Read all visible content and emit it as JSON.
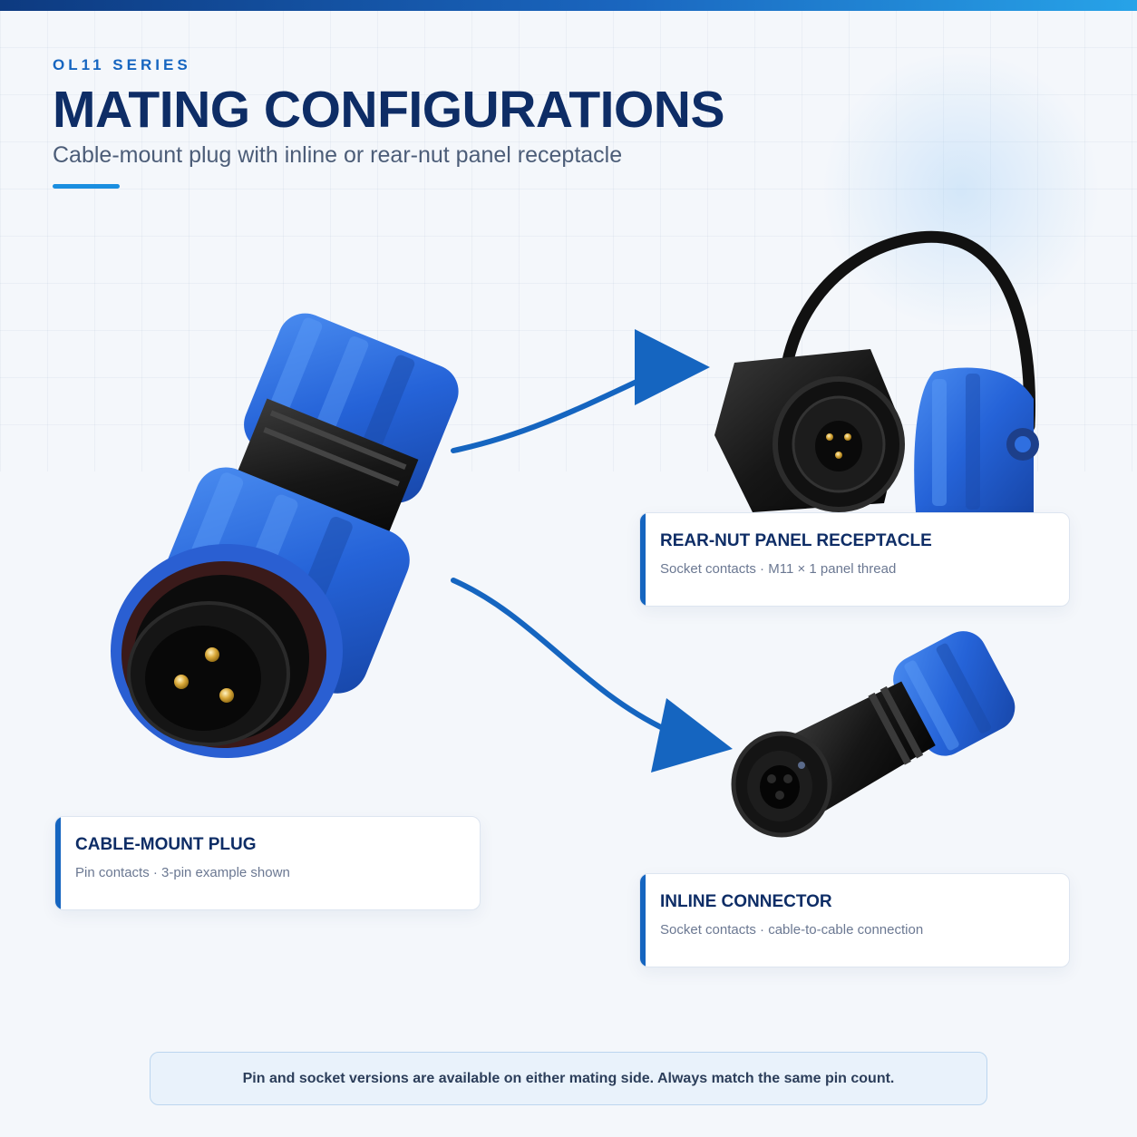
{
  "header": {
    "eyebrow": "OL11 SERIES",
    "title": "MATING CONFIGURATIONS",
    "subtitle": "Cable-mount plug with inline or rear-nut panel receptacle"
  },
  "cards": {
    "receptacle": {
      "title": "REAR-NUT PANEL RECEPTACLE",
      "desc": "Socket contacts · M11 × 1 panel thread"
    },
    "plug": {
      "title": "CABLE-MOUNT PLUG",
      "desc": "Pin contacts · 3-pin example shown"
    },
    "inline": {
      "title": "INLINE CONNECTOR",
      "desc": "Socket contacts · cable-to-cable connection"
    }
  },
  "note": "Pin and socket versions are available on either mating side. Always match the same pin count.",
  "colors": {
    "brand_navy": "#0e2d66",
    "accent_blue": "#1565c0",
    "connector_blue": "#2f6fe0",
    "connector_black": "#141414",
    "gold_contact": "#d9a93a"
  }
}
